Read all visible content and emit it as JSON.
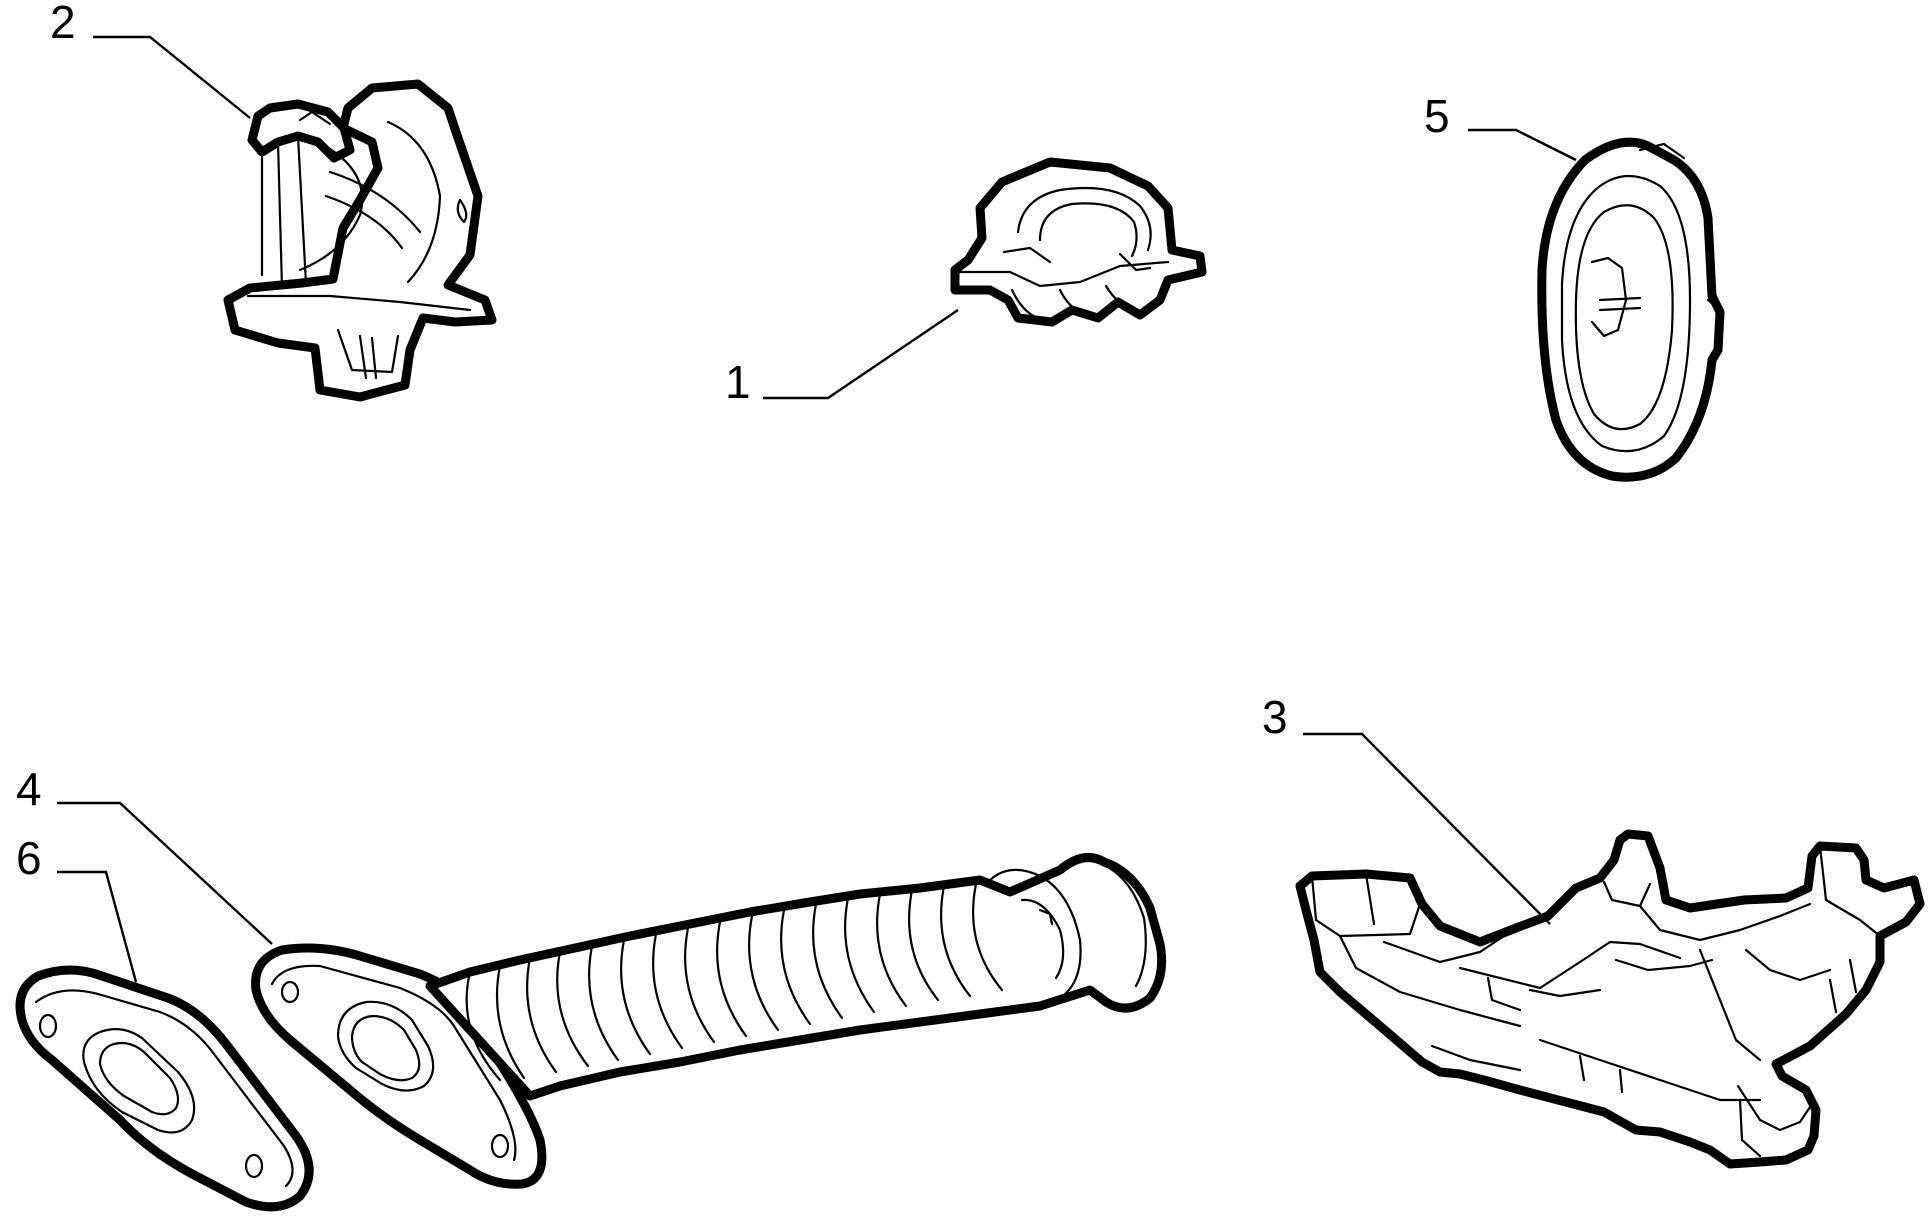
{
  "diagram": {
    "background": "#ffffff",
    "ink": "#000000",
    "callouts": [
      {
        "id": "1",
        "label": "1"
      },
      {
        "id": "2",
        "label": "2"
      },
      {
        "id": "3",
        "label": "3"
      },
      {
        "id": "4",
        "label": "4"
      },
      {
        "id": "5",
        "label": "5"
      },
      {
        "id": "6",
        "label": "6"
      }
    ]
  }
}
